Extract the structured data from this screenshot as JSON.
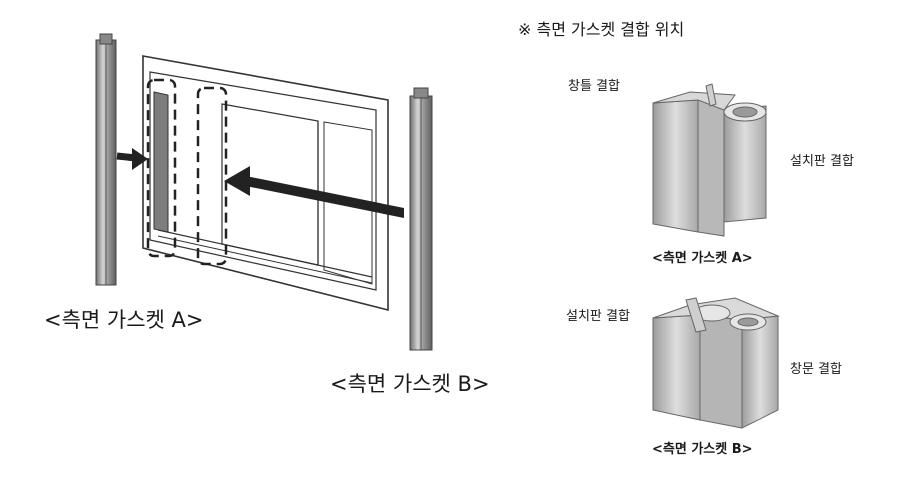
{
  "header_note": "※ 측면 가스켓 결합 위치",
  "left_labels": {
    "gasket_a": "<측면 가스켓 A>",
    "gasket_b": "<측면 가스켓 B>"
  },
  "detail_a": {
    "top_label": "창틀 결합",
    "side_label": "설치판 결합",
    "caption": "<측면 가스켓 A>"
  },
  "detail_b": {
    "left_label": "설치판 결합",
    "right_label": "창문 결합",
    "caption": "<측면 가스켓 B>"
  },
  "colors": {
    "frame_outline": "#333333",
    "profile_fill": "#bdbdbd",
    "profile_dark": "#7a7a7a",
    "arrow": "#222222"
  }
}
